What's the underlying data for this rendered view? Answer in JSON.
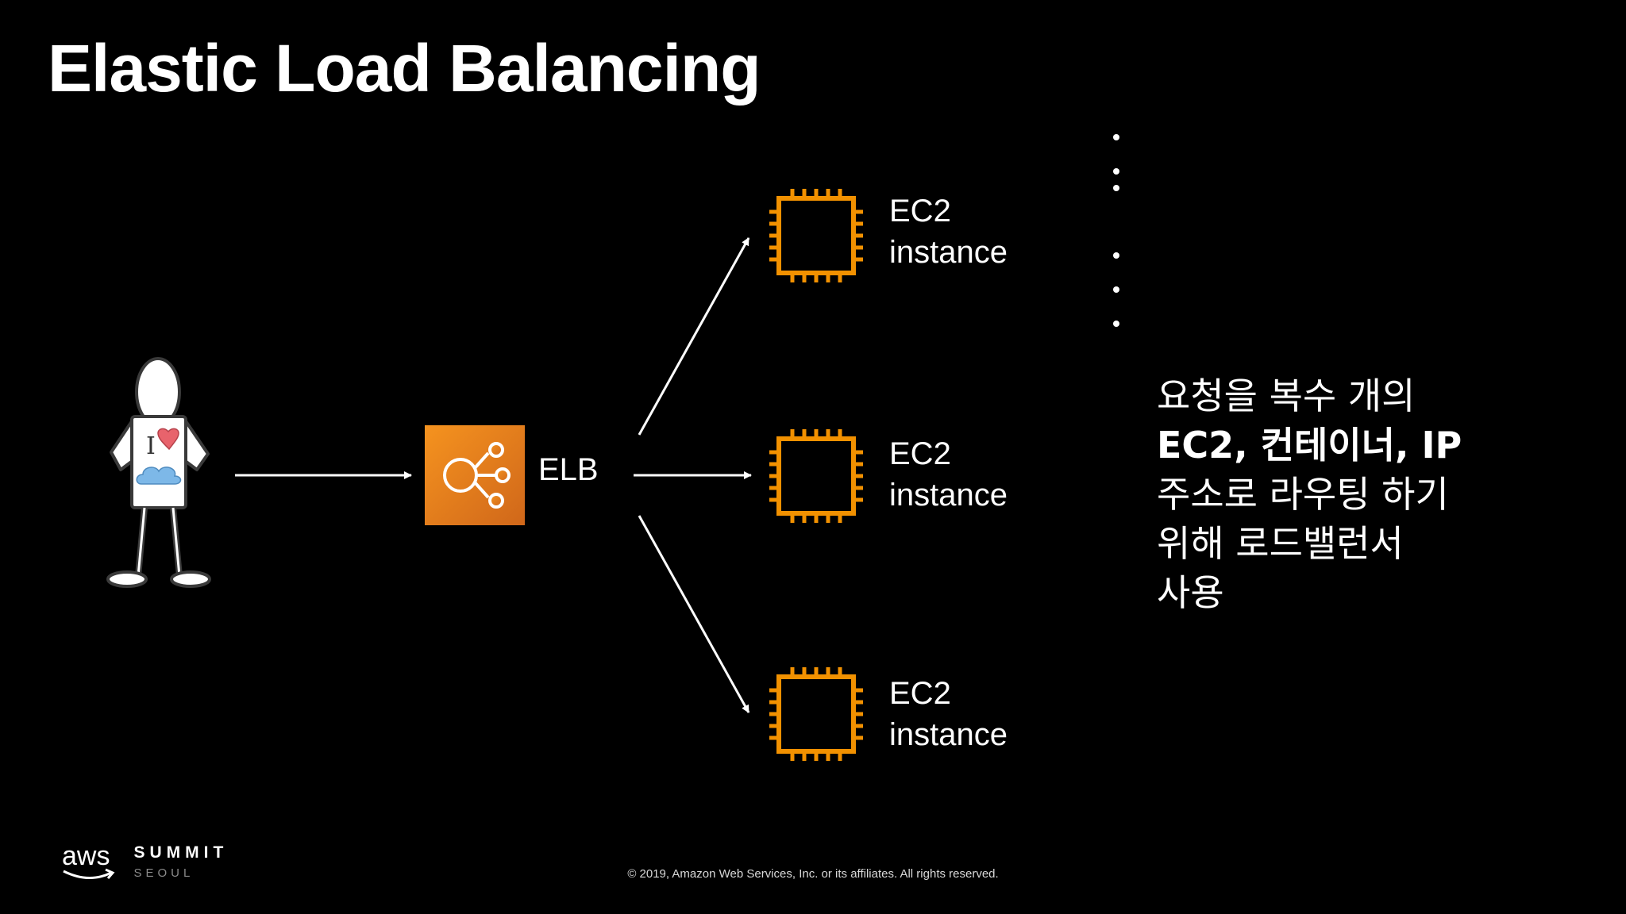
{
  "slide": {
    "title": "Elastic Load Balancing"
  },
  "diagram": {
    "user_icon": "i-love-cloud-stick-figure",
    "user_badge_letter": "I",
    "load_balancer": {
      "label": "ELB",
      "icon": "elb-icon",
      "color": "#E8821E"
    },
    "ec2_instances": [
      {
        "line1": "EC2",
        "line2": "instance",
        "icon": "ec2-chip-icon"
      },
      {
        "line1": "EC2",
        "line2": "instance",
        "icon": "ec2-chip-icon"
      },
      {
        "line1": "EC2",
        "line2": "instance",
        "icon": "ec2-chip-icon"
      }
    ],
    "ec2_icon_color": "#F29100",
    "ellipsis": "vertical-dots"
  },
  "description": {
    "lines": [
      "요청을 복수 개의",
      "EC2, 컨테이너, IP",
      "주소로 라우팅 하기",
      "위해 로드밸런서",
      "사용"
    ]
  },
  "footer": {
    "brand_aws": "aws",
    "brand_summit": "SUMMIT",
    "brand_city": "SEOUL",
    "copyright": "© 2019, Amazon Web Services, Inc. or its affiliates. All rights reserved."
  }
}
